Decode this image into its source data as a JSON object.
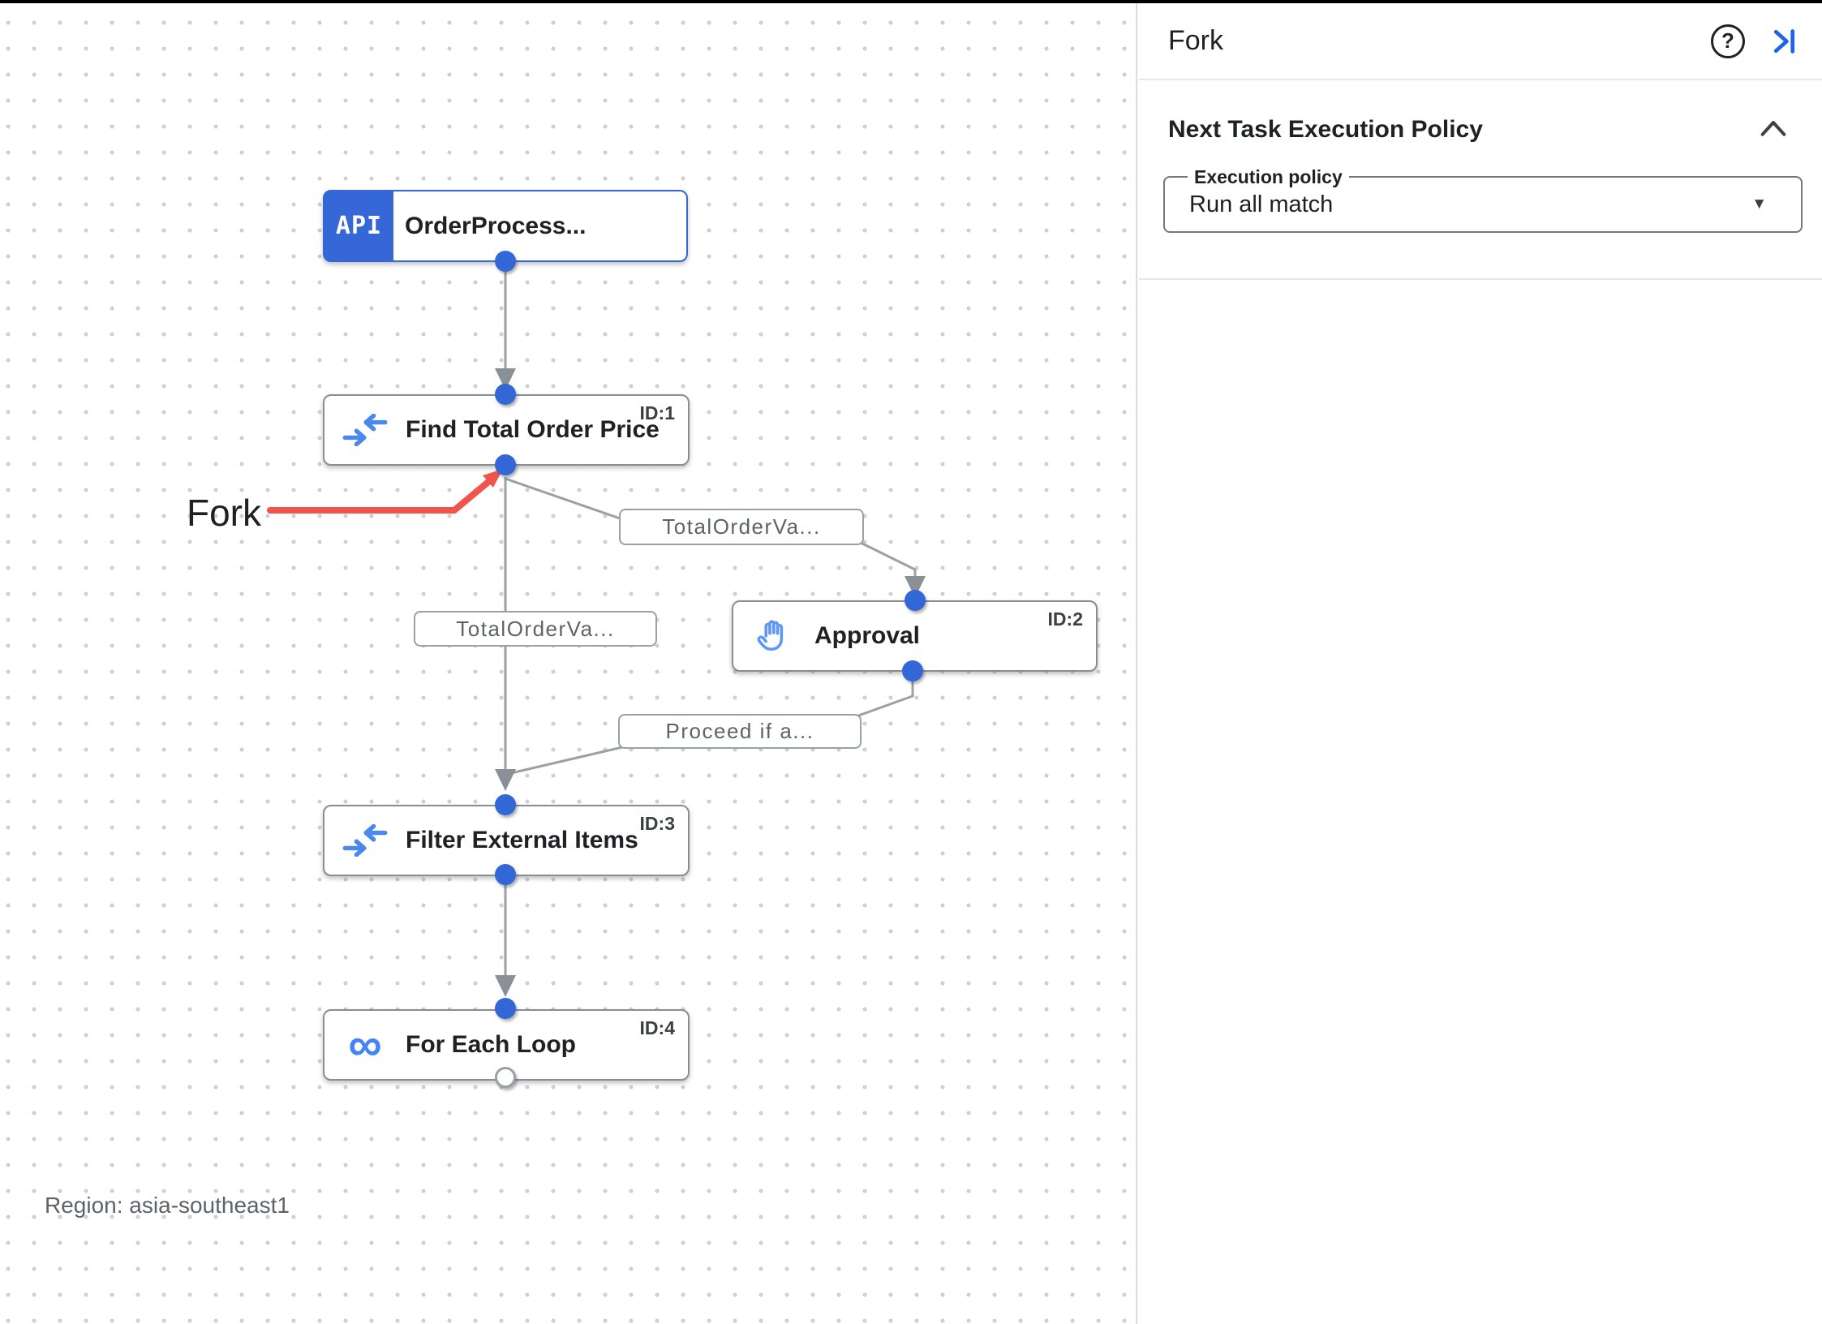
{
  "panel": {
    "title": "Fork",
    "help_glyph": "?",
    "section_title": "Next Task Execution Policy",
    "field_label": "Execution policy",
    "field_value": "Run all match",
    "dropdown_glyph": "▼"
  },
  "canvas": {
    "region_label": "Region: asia-southeast1",
    "fork_callout_label": "Fork",
    "nodes": {
      "trigger": {
        "badge": "API",
        "title": "OrderProcess..."
      },
      "find_total": {
        "id": "ID:1",
        "title": "Find Total Order Price"
      },
      "approval": {
        "id": "ID:2",
        "title": "Approval"
      },
      "filter_external": {
        "id": "ID:3",
        "title": "Filter External Items"
      },
      "for_each": {
        "id": "ID:4",
        "title": "For Each Loop"
      }
    },
    "edge_labels": {
      "to_approval": "TotalOrderVa...",
      "to_filter": "TotalOrderVa...",
      "from_approval": "Proceed if a..."
    },
    "loop_icon_glyph": "∞"
  },
  "colors": {
    "trigger_blue": "#3667d6",
    "icon_blue": "#4285f4",
    "link_blue": "#1a73e8",
    "edge_gray": "#9aa0a6",
    "callout_red": "#f0544a"
  }
}
